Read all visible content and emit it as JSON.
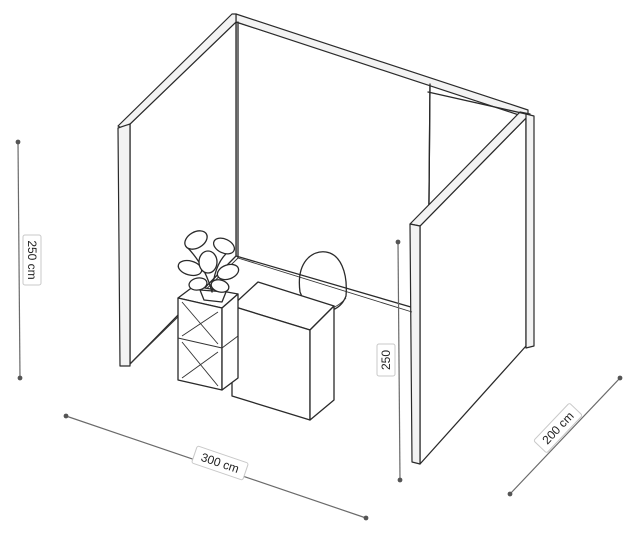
{
  "dimensions": {
    "height_left": "250 cm",
    "width_front": "300 cm",
    "depth_right": "200 cm",
    "height_inner": "250"
  }
}
